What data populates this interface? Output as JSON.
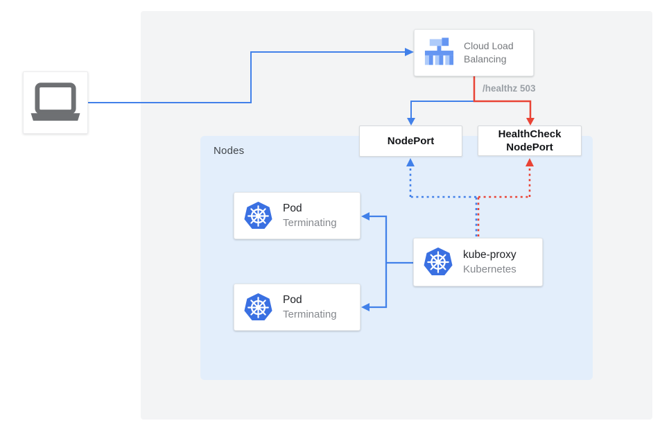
{
  "colors": {
    "blue": "#4180e9",
    "red": "#e94335",
    "panel-gray": "#f3f4f5",
    "panel-blue": "#e3eefb",
    "k8s-blue": "#3a70e2",
    "laptop-gray": "#6e7073",
    "lb-icon-light": "#aecbfa",
    "lb-icon-mid": "#6596f2"
  },
  "labels": {
    "nodes_panel": "Nodes",
    "healthz": "/healthz 503"
  },
  "cards": {
    "cloud_load_balancing": {
      "title": "Cloud Load Balancing"
    },
    "nodeport": {
      "title": "NodePort"
    },
    "healthcheck_nodeport": {
      "title": "HealthCheck NodePort"
    },
    "kube_proxy": {
      "title": "kube-proxy",
      "subtitle": "Kubernetes"
    },
    "pods": [
      {
        "title": "Pod",
        "status": "Terminating"
      },
      {
        "title": "Pod",
        "status": "Terminating"
      }
    ]
  },
  "icons": {
    "client": "laptop-icon",
    "load_balancer": "load-balancer-icon",
    "pod": "kubernetes-wheel-icon",
    "kube_proxy": "kubernetes-wheel-icon"
  }
}
